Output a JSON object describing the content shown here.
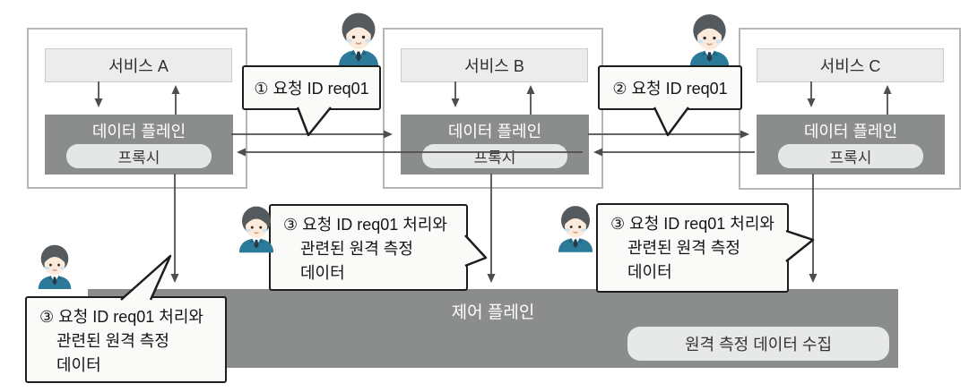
{
  "services": [
    {
      "name": "서비스 A",
      "data_plane_label": "데이터 플레인",
      "proxy_label": "프록시"
    },
    {
      "name": "서비스 B",
      "data_plane_label": "데이터 플레인",
      "proxy_label": "프록시"
    },
    {
      "name": "서비스 C",
      "data_plane_label": "데이터 플레인",
      "proxy_label": "프록시"
    }
  ],
  "callouts": {
    "request_1": "① 요청 ID req01",
    "request_2": "② 요청 ID req01",
    "telemetry_line1": "③ 요청 ID req01 처리와",
    "telemetry_line2": "관련된 원격 측정",
    "telemetry_line3": "데이터"
  },
  "control_plane": {
    "label": "제어 플레인",
    "collector_label": "원격 측정 데이터 수집"
  },
  "icons": {
    "person": "office-worker-icon"
  },
  "colors": {
    "plane_gray": "#8b8d8d",
    "service_fill": "#ececec",
    "proxy_fill": "#e5e7e6",
    "outer_border": "#b4b7b6",
    "bubble_fill": "#fafbf9",
    "bubble_border": "#1d1d1b",
    "arrow": "#4e4e4e",
    "suit_teal": "#2b7a99",
    "hair_gray": "#555a5e",
    "face": "#fceadb",
    "blush": "#cde2ef"
  }
}
